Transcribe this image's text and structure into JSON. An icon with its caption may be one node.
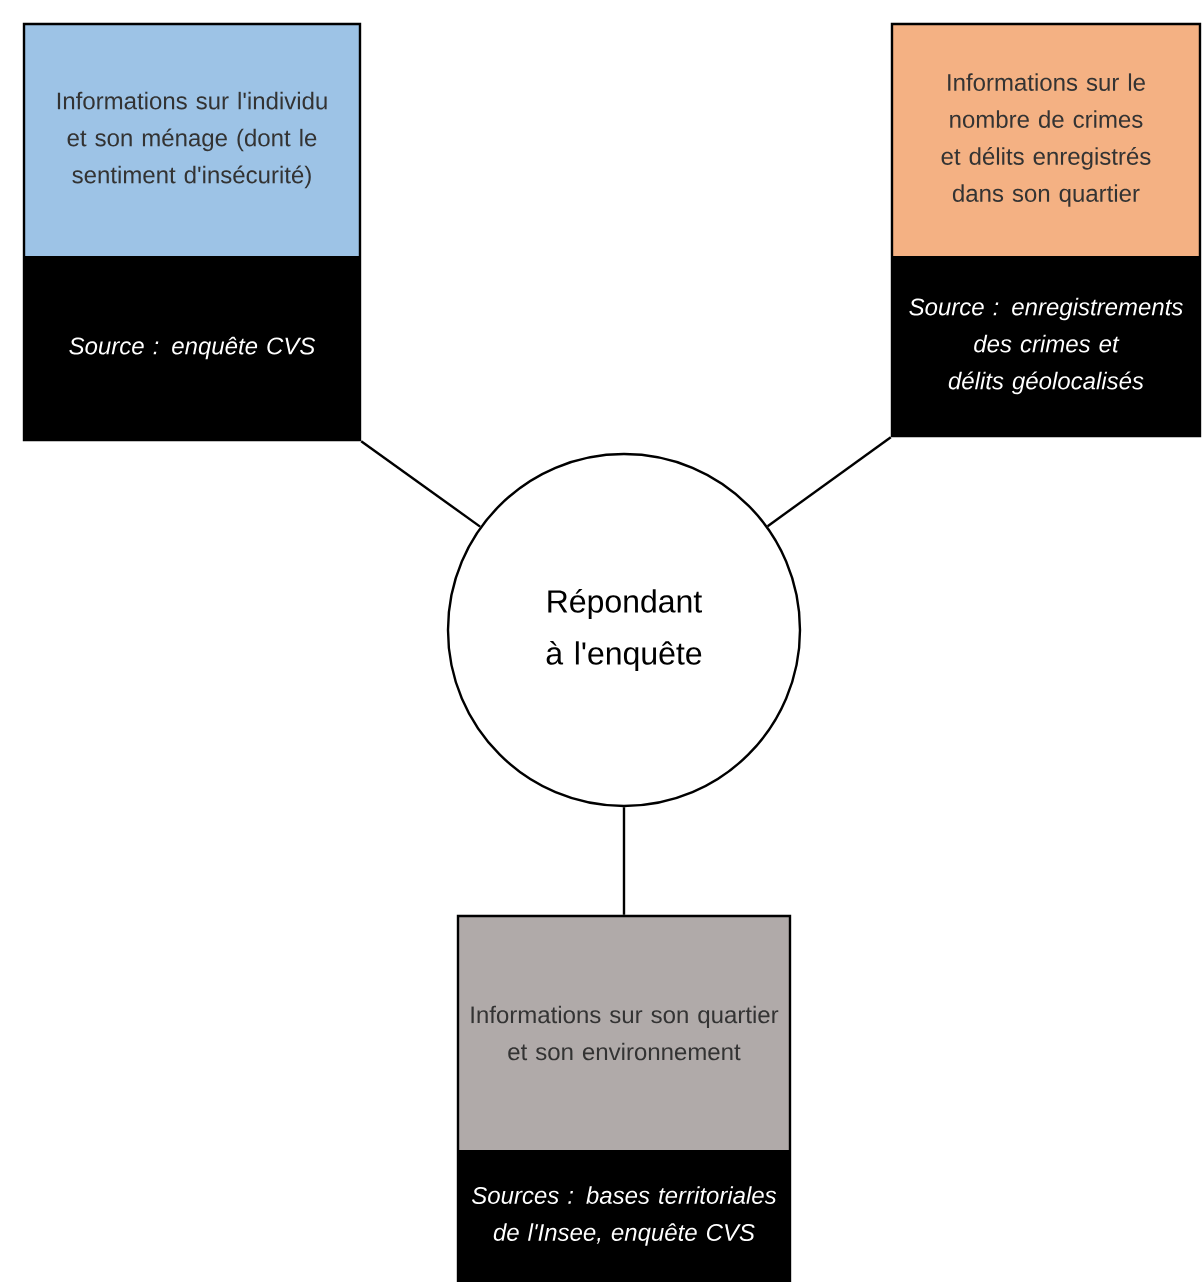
{
  "diagram": {
    "nodes": [
      {
        "text": [
          "Informations sur l'individu et son ménage (dont le sentiment d'insécurité)",
          "Source : enquête CVS"
        ]
      },
      {
        "text": [
          "Informations sur le nombre de crimes et délits enregistrés dans son quartier",
          "Source : enregistrements des crimes et délits géolocalisés"
        ]
      },
      {
        "text": [
          "Informations sur son quartier et son environnement",
          "Sources : bases territoriales de l'Insee, enquête CVS"
        ]
      },
      {
        "text": [
          "Répondant à l'enquête"
        ]
      }
    ],
    "edges": [
      {
        "from": 0,
        "to": 3,
        "arrow": "none"
      },
      {
        "from": 1,
        "to": 3,
        "arrow": "none"
      },
      {
        "from": 3,
        "to": 2,
        "arrow": "none"
      }
    ]
  }
}
